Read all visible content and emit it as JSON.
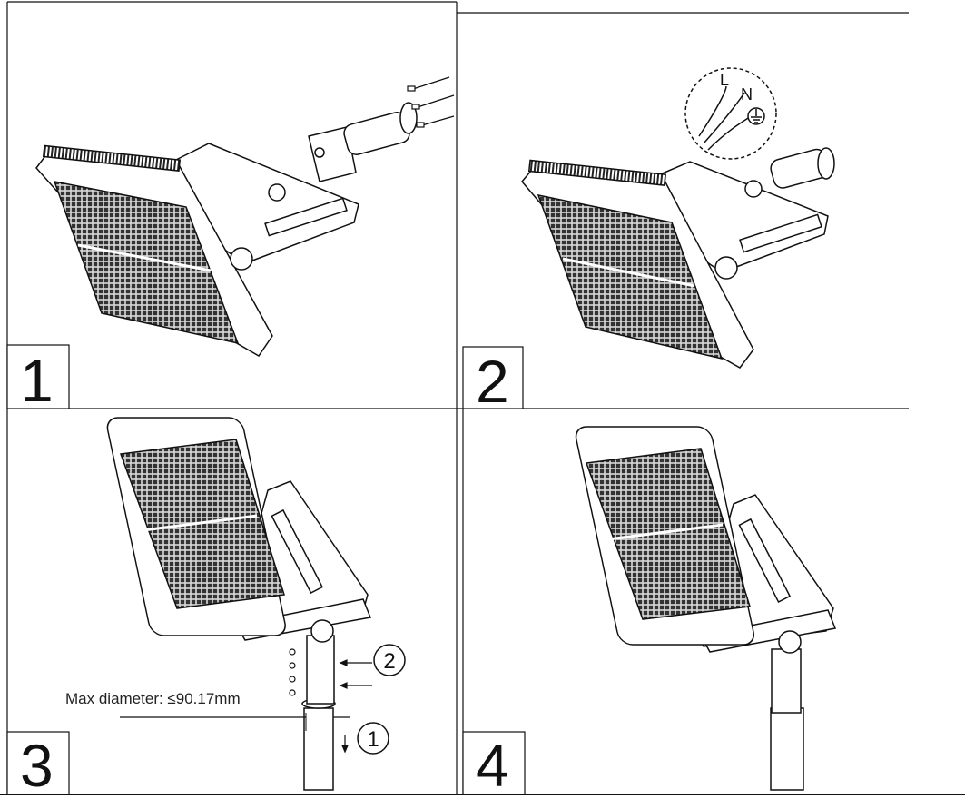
{
  "steps": [
    {
      "number": "1"
    },
    {
      "number": "2"
    },
    {
      "number": "3"
    },
    {
      "number": "4"
    }
  ],
  "wiring": {
    "live": "L",
    "neutral": "N"
  },
  "step3": {
    "max_diameter_label": "Max diameter: ≤90.17mm",
    "callout_1": "1",
    "callout_2": "2"
  },
  "colors": {
    "line": "#111111",
    "background": "#ffffff",
    "grid_dark": "#555555"
  }
}
